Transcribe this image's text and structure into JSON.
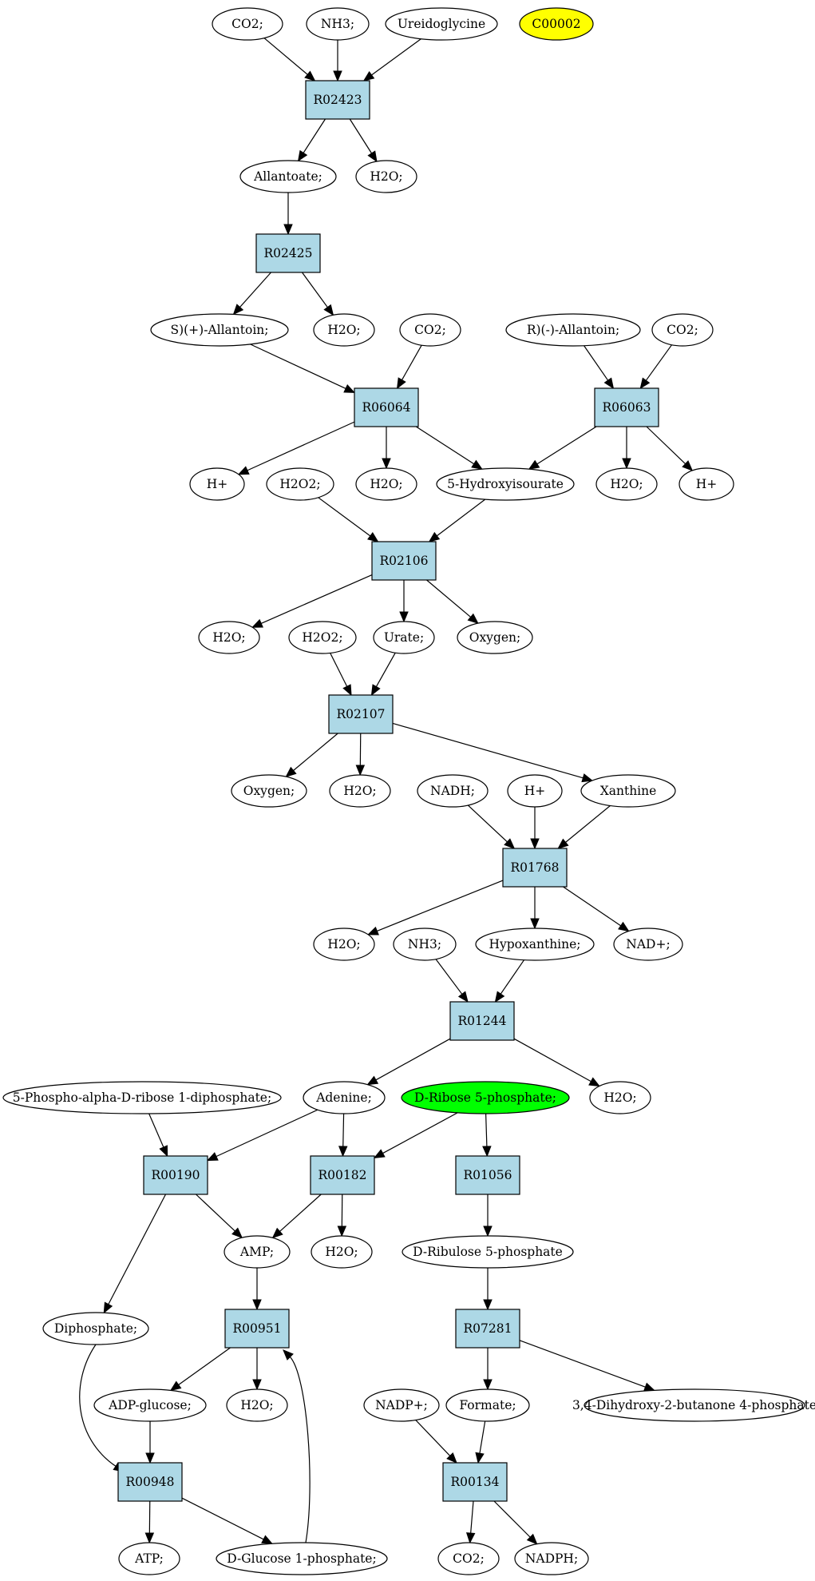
{
  "colors": {
    "reaction_fill": "#add8e6",
    "highlight_yellow": "#ffff00",
    "highlight_green": "#00ff00",
    "compound_fill": "#ffffff",
    "stroke": "#000000"
  },
  "nodes": {
    "c_co2_1": {
      "label": "CO2;",
      "kind": "compound"
    },
    "c_nh3_1": {
      "label": "NH3;",
      "kind": "compound"
    },
    "c_ureidoglycine": {
      "label": "Ureidoglycine",
      "kind": "compound"
    },
    "c_c00002": {
      "label": "C00002",
      "kind": "compound-yellow"
    },
    "r_R02423": {
      "label": "R02423",
      "kind": "reaction"
    },
    "c_allantoate": {
      "label": "Allantoate;",
      "kind": "compound"
    },
    "c_h2o_1": {
      "label": "H2O;",
      "kind": "compound"
    },
    "r_R02425": {
      "label": "R02425",
      "kind": "reaction"
    },
    "c_s_allantoin": {
      "label": "S)(+)-Allantoin;",
      "kind": "compound"
    },
    "c_h2o_2": {
      "label": "H2O;",
      "kind": "compound"
    },
    "c_co2_2": {
      "label": "CO2;",
      "kind": "compound"
    },
    "c_r_allantoin": {
      "label": "R)(-)-Allantoin;",
      "kind": "compound"
    },
    "c_co2_3": {
      "label": "CO2;",
      "kind": "compound"
    },
    "r_R06064": {
      "label": "R06064",
      "kind": "reaction"
    },
    "r_R06063": {
      "label": "R06063",
      "kind": "reaction"
    },
    "c_hplus_1": {
      "label": "H+",
      "kind": "compound"
    },
    "c_h2o2_1": {
      "label": "H2O2;",
      "kind": "compound"
    },
    "c_h2o_3": {
      "label": "H2O;",
      "kind": "compound"
    },
    "c_5hiu": {
      "label": "5-Hydroxyisourate",
      "kind": "compound"
    },
    "c_h2o_4": {
      "label": "H2O;",
      "kind": "compound"
    },
    "c_hplus_2": {
      "label": "H+",
      "kind": "compound"
    },
    "r_R02106": {
      "label": "R02106",
      "kind": "reaction"
    },
    "c_h2o_5": {
      "label": "H2O;",
      "kind": "compound"
    },
    "c_h2o2_2": {
      "label": "H2O2;",
      "kind": "compound"
    },
    "c_urate": {
      "label": "Urate;",
      "kind": "compound"
    },
    "c_oxygen_1": {
      "label": "Oxygen;",
      "kind": "compound"
    },
    "r_R02107": {
      "label": "R02107",
      "kind": "reaction"
    },
    "c_oxygen_2": {
      "label": "Oxygen;",
      "kind": "compound"
    },
    "c_h2o_6": {
      "label": "H2O;",
      "kind": "compound"
    },
    "c_nadh": {
      "label": "NADH;",
      "kind": "compound"
    },
    "c_hplus_3": {
      "label": "H+",
      "kind": "compound"
    },
    "c_xanthine": {
      "label": "Xanthine",
      "kind": "compound"
    },
    "r_R01768": {
      "label": "R01768",
      "kind": "reaction"
    },
    "c_h2o_7": {
      "label": "H2O;",
      "kind": "compound"
    },
    "c_nh3_2": {
      "label": "NH3;",
      "kind": "compound"
    },
    "c_hypoxanthine": {
      "label": "Hypoxanthine;",
      "kind": "compound"
    },
    "c_nadplus": {
      "label": "NAD+;",
      "kind": "compound"
    },
    "r_R01244": {
      "label": "R01244",
      "kind": "reaction"
    },
    "c_prpp": {
      "label": "5-Phospho-alpha-D-ribose 1-diphosphate;",
      "kind": "compound"
    },
    "c_adenine": {
      "label": "Adenine;",
      "kind": "compound"
    },
    "c_r5p": {
      "label": "D-Ribose 5-phosphate;",
      "kind": "compound-green"
    },
    "c_h2o_8": {
      "label": "H2O;",
      "kind": "compound"
    },
    "r_R00190": {
      "label": "R00190",
      "kind": "reaction"
    },
    "r_R00182": {
      "label": "R00182",
      "kind": "reaction"
    },
    "r_R01056": {
      "label": "R01056",
      "kind": "reaction"
    },
    "c_amp": {
      "label": "AMP;",
      "kind": "compound"
    },
    "c_h2o_9": {
      "label": "H2O;",
      "kind": "compound"
    },
    "c_ru5p": {
      "label": "D-Ribulose 5-phosphate",
      "kind": "compound"
    },
    "c_diphosphate": {
      "label": "Diphosphate;",
      "kind": "compound"
    },
    "r_R00951": {
      "label": "R00951",
      "kind": "reaction"
    },
    "r_R07281": {
      "label": "R07281",
      "kind": "reaction"
    },
    "c_adpglucose": {
      "label": "ADP-glucose;",
      "kind": "compound"
    },
    "c_h2o_10": {
      "label": "H2O;",
      "kind": "compound"
    },
    "c_nadpplus": {
      "label": "NADP+;",
      "kind": "compound"
    },
    "c_formate": {
      "label": "Formate;",
      "kind": "compound"
    },
    "c_dhbp": {
      "label": "3,4-Dihydroxy-2-butanone 4-phosphate",
      "kind": "compound"
    },
    "r_R00948": {
      "label": "R00948",
      "kind": "reaction"
    },
    "r_R00134": {
      "label": "R00134",
      "kind": "reaction"
    },
    "c_atp": {
      "label": "ATP;",
      "kind": "compound"
    },
    "c_g1p": {
      "label": "D-Glucose 1-phosphate;",
      "kind": "compound"
    },
    "c_co2_4": {
      "label": "CO2;",
      "kind": "compound"
    },
    "c_nadph": {
      "label": "NADPH;",
      "kind": "compound"
    }
  },
  "edges": [
    [
      "c_co2_1",
      "r_R02423"
    ],
    [
      "c_nh3_1",
      "r_R02423"
    ],
    [
      "c_ureidoglycine",
      "r_R02423"
    ],
    [
      "r_R02423",
      "c_allantoate"
    ],
    [
      "r_R02423",
      "c_h2o_1"
    ],
    [
      "c_allantoate",
      "r_R02425"
    ],
    [
      "r_R02425",
      "c_s_allantoin"
    ],
    [
      "r_R02425",
      "c_h2o_2"
    ],
    [
      "c_s_allantoin",
      "r_R06064"
    ],
    [
      "c_co2_2",
      "r_R06064"
    ],
    [
      "c_r_allantoin",
      "r_R06063"
    ],
    [
      "c_co2_3",
      "r_R06063"
    ],
    [
      "r_R06064",
      "c_hplus_1"
    ],
    [
      "r_R06064",
      "c_h2o_3"
    ],
    [
      "r_R06064",
      "c_5hiu"
    ],
    [
      "r_R06063",
      "c_5hiu"
    ],
    [
      "r_R06063",
      "c_h2o_4"
    ],
    [
      "r_R06063",
      "c_hplus_2"
    ],
    [
      "c_h2o2_1",
      "r_R02106"
    ],
    [
      "c_5hiu",
      "r_R02106"
    ],
    [
      "r_R02106",
      "c_h2o_5"
    ],
    [
      "r_R02106",
      "c_urate"
    ],
    [
      "r_R02106",
      "c_oxygen_1"
    ],
    [
      "c_h2o2_2",
      "r_R02107"
    ],
    [
      "c_urate",
      "r_R02107"
    ],
    [
      "r_R02107",
      "c_oxygen_2"
    ],
    [
      "r_R02107",
      "c_h2o_6"
    ],
    [
      "r_R02107",
      "c_xanthine"
    ],
    [
      "c_nadh",
      "r_R01768"
    ],
    [
      "c_hplus_3",
      "r_R01768"
    ],
    [
      "c_xanthine",
      "r_R01768"
    ],
    [
      "r_R01768",
      "c_h2o_7"
    ],
    [
      "r_R01768",
      "c_hypoxanthine"
    ],
    [
      "r_R01768",
      "c_nadplus"
    ],
    [
      "c_nh3_2",
      "r_R01244"
    ],
    [
      "c_hypoxanthine",
      "r_R01244"
    ],
    [
      "r_R01244",
      "c_adenine"
    ],
    [
      "r_R01244",
      "c_h2o_8"
    ],
    [
      "c_prpp",
      "r_R00190"
    ],
    [
      "c_adenine",
      "r_R00190"
    ],
    [
      "c_adenine",
      "r_R00182"
    ],
    [
      "c_r5p",
      "r_R00182"
    ],
    [
      "c_r5p",
      "r_R01056"
    ],
    [
      "r_R00190",
      "c_amp"
    ],
    [
      "r_R00190",
      "c_diphosphate"
    ],
    [
      "r_R00182",
      "c_amp"
    ],
    [
      "r_R00182",
      "c_h2o_9"
    ],
    [
      "r_R01056",
      "c_ru5p"
    ],
    [
      "c_amp",
      "r_R00951"
    ],
    [
      "c_g1p",
      "r_R00951"
    ],
    [
      "r_R00951",
      "c_adpglucose"
    ],
    [
      "r_R00951",
      "c_h2o_10"
    ],
    [
      "c_ru5p",
      "r_R07281"
    ],
    [
      "r_R07281",
      "c_formate"
    ],
    [
      "r_R07281",
      "c_dhbp"
    ],
    [
      "c_diphosphate",
      "r_R00948"
    ],
    [
      "c_adpglucose",
      "r_R00948"
    ],
    [
      "c_nadpplus",
      "r_R00134"
    ],
    [
      "c_formate",
      "r_R00134"
    ],
    [
      "r_R00948",
      "c_atp"
    ],
    [
      "r_R00948",
      "c_g1p"
    ],
    [
      "r_R00134",
      "c_co2_4"
    ],
    [
      "r_R00134",
      "c_nadph"
    ]
  ]
}
